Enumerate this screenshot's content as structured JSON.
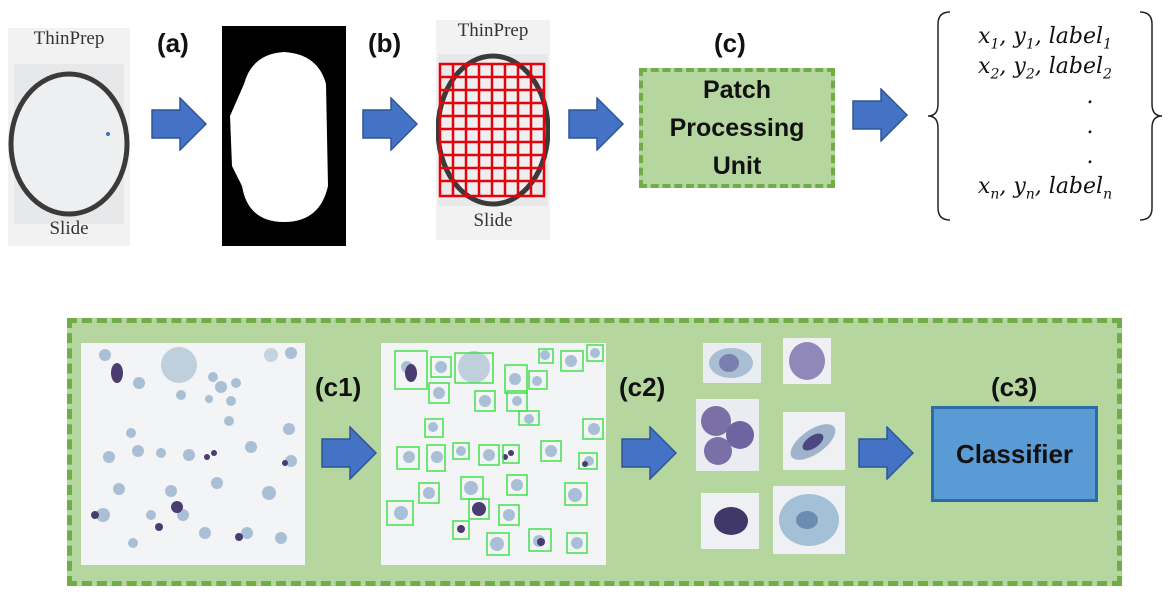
{
  "labels": {
    "a": "(a)",
    "b": "(b)",
    "c": "(c)",
    "c1": "(c1)",
    "c2": "(c2)",
    "c3": "(c3)"
  },
  "slide": {
    "brand": "ThinPrep",
    "footer": "Slide"
  },
  "ppu": {
    "line1": "Patch",
    "line2": "Processing",
    "line3": "Unit"
  },
  "output": {
    "row1": {
      "x": "x",
      "s1": "1",
      "y": ", y",
      "s2": "1",
      "l": ", label",
      "s3": "1"
    },
    "row2": {
      "x": "x",
      "s1": "2",
      "y": ", y",
      "s2": "2",
      "l": ", label",
      "s3": "2"
    },
    "dot": ".",
    "rown": {
      "x": "x",
      "s1": "n",
      "y": ", y",
      "s2": "n",
      "l": ", label",
      "s3": "n"
    }
  },
  "classifier": {
    "label": "Classifier"
  },
  "colors": {
    "arrow": "#4472c4",
    "panel_fill": "#b6d6a0",
    "panel_border": "#70ad47",
    "grid": "#e8000b",
    "bbox": "#43e04a",
    "classifier": "#5b9bd5"
  }
}
